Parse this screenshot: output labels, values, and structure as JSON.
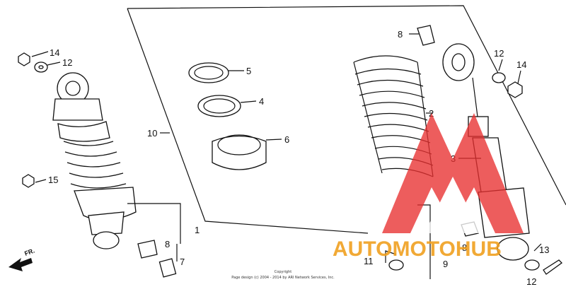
{
  "callouts": {
    "c1": "1",
    "c2": "2",
    "c3": "3",
    "c4": "4",
    "c5": "5",
    "c6": "6",
    "c7": "7",
    "c8_top": "8",
    "c8_bottom": "8",
    "c8_right": "8",
    "c9": "9",
    "c10": "10",
    "c11": "11",
    "c12_left": "12",
    "c12_right": "12",
    "c12_bottom": "12",
    "c13": "13",
    "c14_left": "14",
    "c14_right": "14",
    "c15": "15"
  },
  "direction": {
    "label": "FR."
  },
  "copyright": {
    "line1": "Copyright",
    "line2": "Page design (c) 2004 - 2014 by ARI Network Services, Inc."
  },
  "watermark": {
    "text": "AUTOMOTOHUB",
    "accent": "#f0a020",
    "logo_color": "#e83030"
  }
}
